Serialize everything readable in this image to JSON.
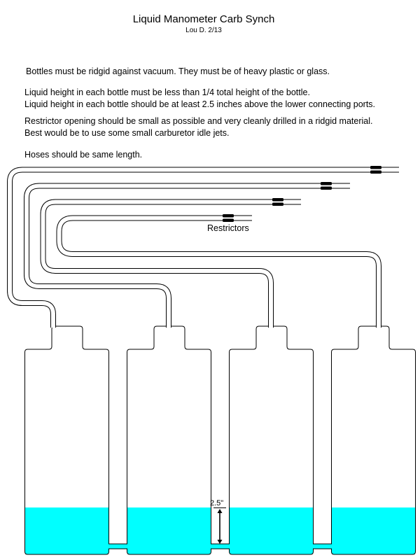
{
  "title": "Liquid Manometer Carb Synch",
  "author": "Lou D.  2/13",
  "notes": [
    "Bottles must be ridgid against vacuum.  They must be of heavy plastic or glass.",
    "Liquid height in each bottle must be less than 1/4 total height of the bottle.",
    "Liquid height in each bottle should be at least 2.5 inches above the lower connecting ports.",
    "Restrictor opening should be small as possible and very cleanly drilled in a ridgid material.",
    "Best would be to use some small carburetor idle jets.",
    "Hoses should be same length."
  ],
  "labels": {
    "restrictors": "Restrictors",
    "dimension": "2.5\""
  },
  "colors": {
    "liquid": "#00ffff",
    "line": "#000000",
    "background": "#ffffff"
  }
}
